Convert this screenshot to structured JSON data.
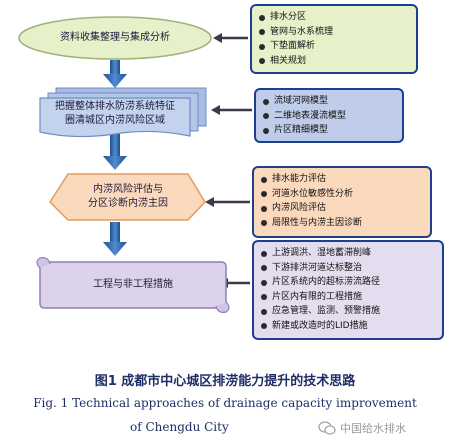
{
  "stages": [
    {
      "label": "资料收集整理与集成分析"
    },
    {
      "label_lines": [
        "把握整体排水防涝系统特征",
        "圈清城区内涝风险区域"
      ]
    },
    {
      "label_lines": [
        "内涝风险评估与",
        "分区诊断内涝主因"
      ]
    },
    {
      "label": "工程与非工程措施"
    }
  ],
  "side_boxes": [
    {
      "items": [
        "排水分区",
        "管网与水系梳理",
        "下垫面解析",
        "相关规划"
      ]
    },
    {
      "items": [
        "流域河网模型",
        "二维地表漫流模型",
        "片区精细模型"
      ]
    },
    {
      "items": [
        "排水能力评估",
        "河道水位敏感性分析",
        "内涝风险评估",
        "局限性与内涝主因诊断"
      ]
    },
    {
      "items": [
        "上游调洪、湿地蓄滞削峰",
        "下游排洪河道达标整治",
        "片区系统内的超标涝流路径",
        "片区内有限的工程措施",
        "应急管理、监测、预警措施",
        "新建或改造时的LID措施"
      ]
    }
  ],
  "caption": {
    "cn": "图1   成都市中心城区排涝能力提升的技术思路",
    "en_line1": "Fig. 1    Technical approaches of drainage capacity improvement",
    "en_line2": "of Chengdu City"
  },
  "watermark": "中国给水排水",
  "colors": {
    "stage1": "#e6f0c9",
    "stage2": "#b7c8e8",
    "stage3": "#fbd9bd",
    "stage4": "#dcd3ea",
    "flow_arrow": "#3a6fb0",
    "side_border": "#1c3f8f"
  }
}
